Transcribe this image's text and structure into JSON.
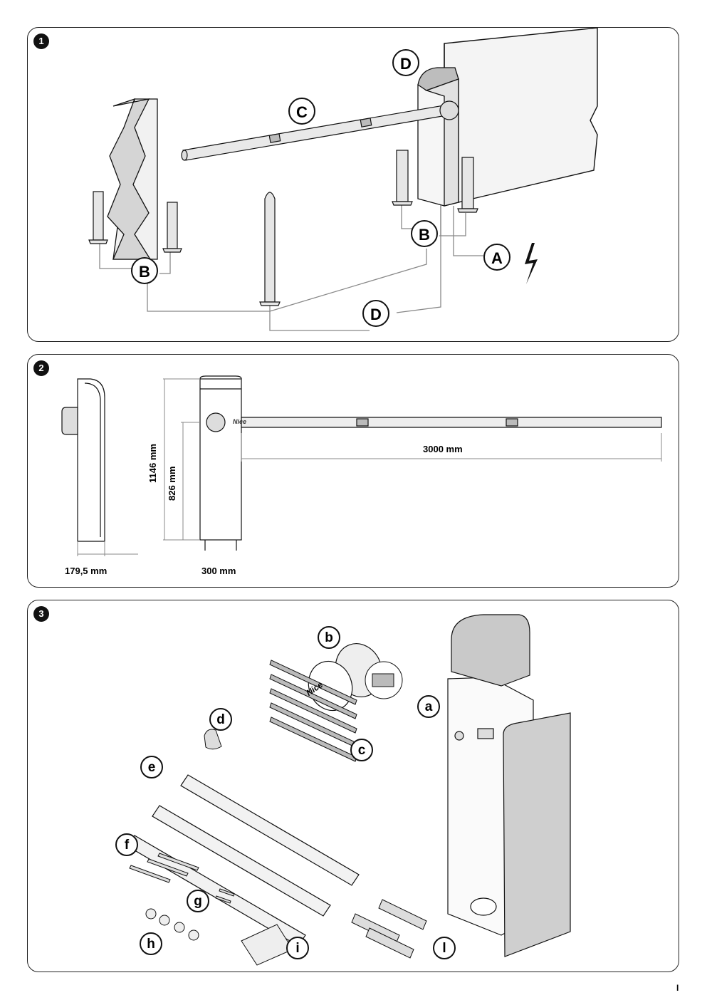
{
  "panel1": {
    "number": "1",
    "labels": {
      "a": "A",
      "b1": "B",
      "b2": "B",
      "c": "C",
      "d1": "D",
      "d2": "D"
    }
  },
  "panel2": {
    "number": "2",
    "dims": {
      "height_total": "1146 mm",
      "height_arm": "826 mm",
      "arm_length": "3000 mm",
      "depth": "179,5 mm",
      "width": "300 mm"
    },
    "brand": "Nice"
  },
  "panel3": {
    "number": "3",
    "labels": {
      "a": "a",
      "b": "b",
      "c": "c",
      "d": "d",
      "e": "e",
      "f": "f",
      "g": "g",
      "h": "h",
      "i": "i",
      "l": "l"
    },
    "brand": "Nice"
  },
  "page_marker": "I"
}
